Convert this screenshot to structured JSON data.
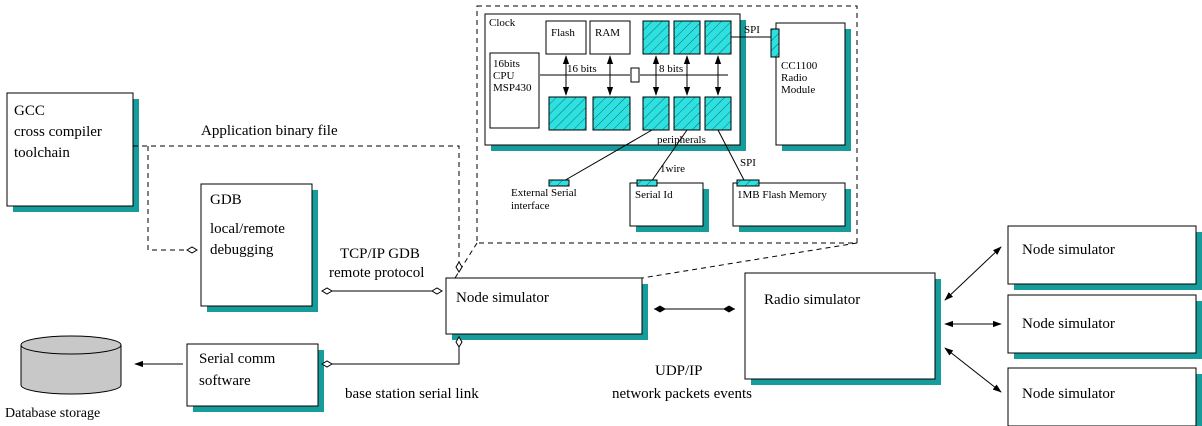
{
  "colors": {
    "shadow": "#179c9c",
    "hatch_fill": "#2ee0e0",
    "db_fill": "#c8c8c8",
    "stroke": "#000000"
  },
  "gcc": {
    "line1": "GCC",
    "line2": "cross compiler",
    "line3": "toolchain"
  },
  "gdb": {
    "line1": "GDB",
    "line2": "local/remote",
    "line3": "debugging"
  },
  "app_binary": "Application binary file",
  "tcp": {
    "line1": "TCP/IP GDB",
    "line2": "remote protocol"
  },
  "node_main": "Node simulator",
  "radio": "Radio simulator",
  "udp": {
    "line1": "UDP/IP",
    "line2": "network packets events"
  },
  "nodes": [
    "Node simulator",
    "Node simulator",
    "Node simulator"
  ],
  "serial_comm": {
    "line1": "Serial comm",
    "line2": "software"
  },
  "serial_link": "base station serial link",
  "database": "Database storage",
  "hardware": {
    "clock": "Clock",
    "flash": "Flash",
    "ram": "RAM",
    "cpu": [
      "16bits",
      "CPU",
      "MSP430"
    ],
    "bus16": "16 bits",
    "bus8": "8 bits",
    "peripherals": "peripherals",
    "spi_top": "SPI",
    "spi_bottom": "SPI",
    "radio_module": [
      "CC1100",
      "Radio",
      "Module"
    ],
    "onewire": "1wire",
    "ext_serial": [
      "External Serial",
      "interface"
    ],
    "serial_id": "Serial Id",
    "flash_memory": "1MB Flash Memory"
  }
}
